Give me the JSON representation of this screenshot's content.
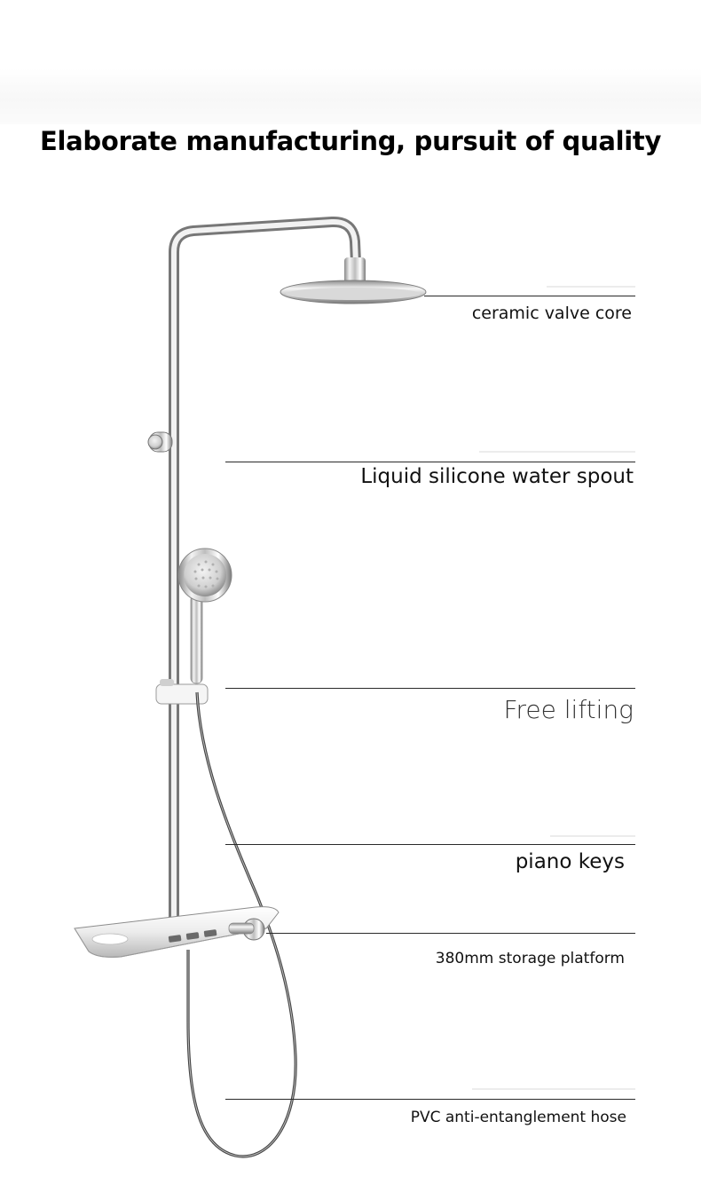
{
  "headline": "Elaborate manufacturing, pursuit of quality",
  "features": [
    {
      "label": "ceramic valve core"
    },
    {
      "label": "Liquid silicone water spout"
    },
    {
      "label": "Free lifting"
    },
    {
      "label": "piano keys"
    },
    {
      "label": "380mm storage platform"
    },
    {
      "label": "PVC anti-entanglement hose"
    }
  ]
}
